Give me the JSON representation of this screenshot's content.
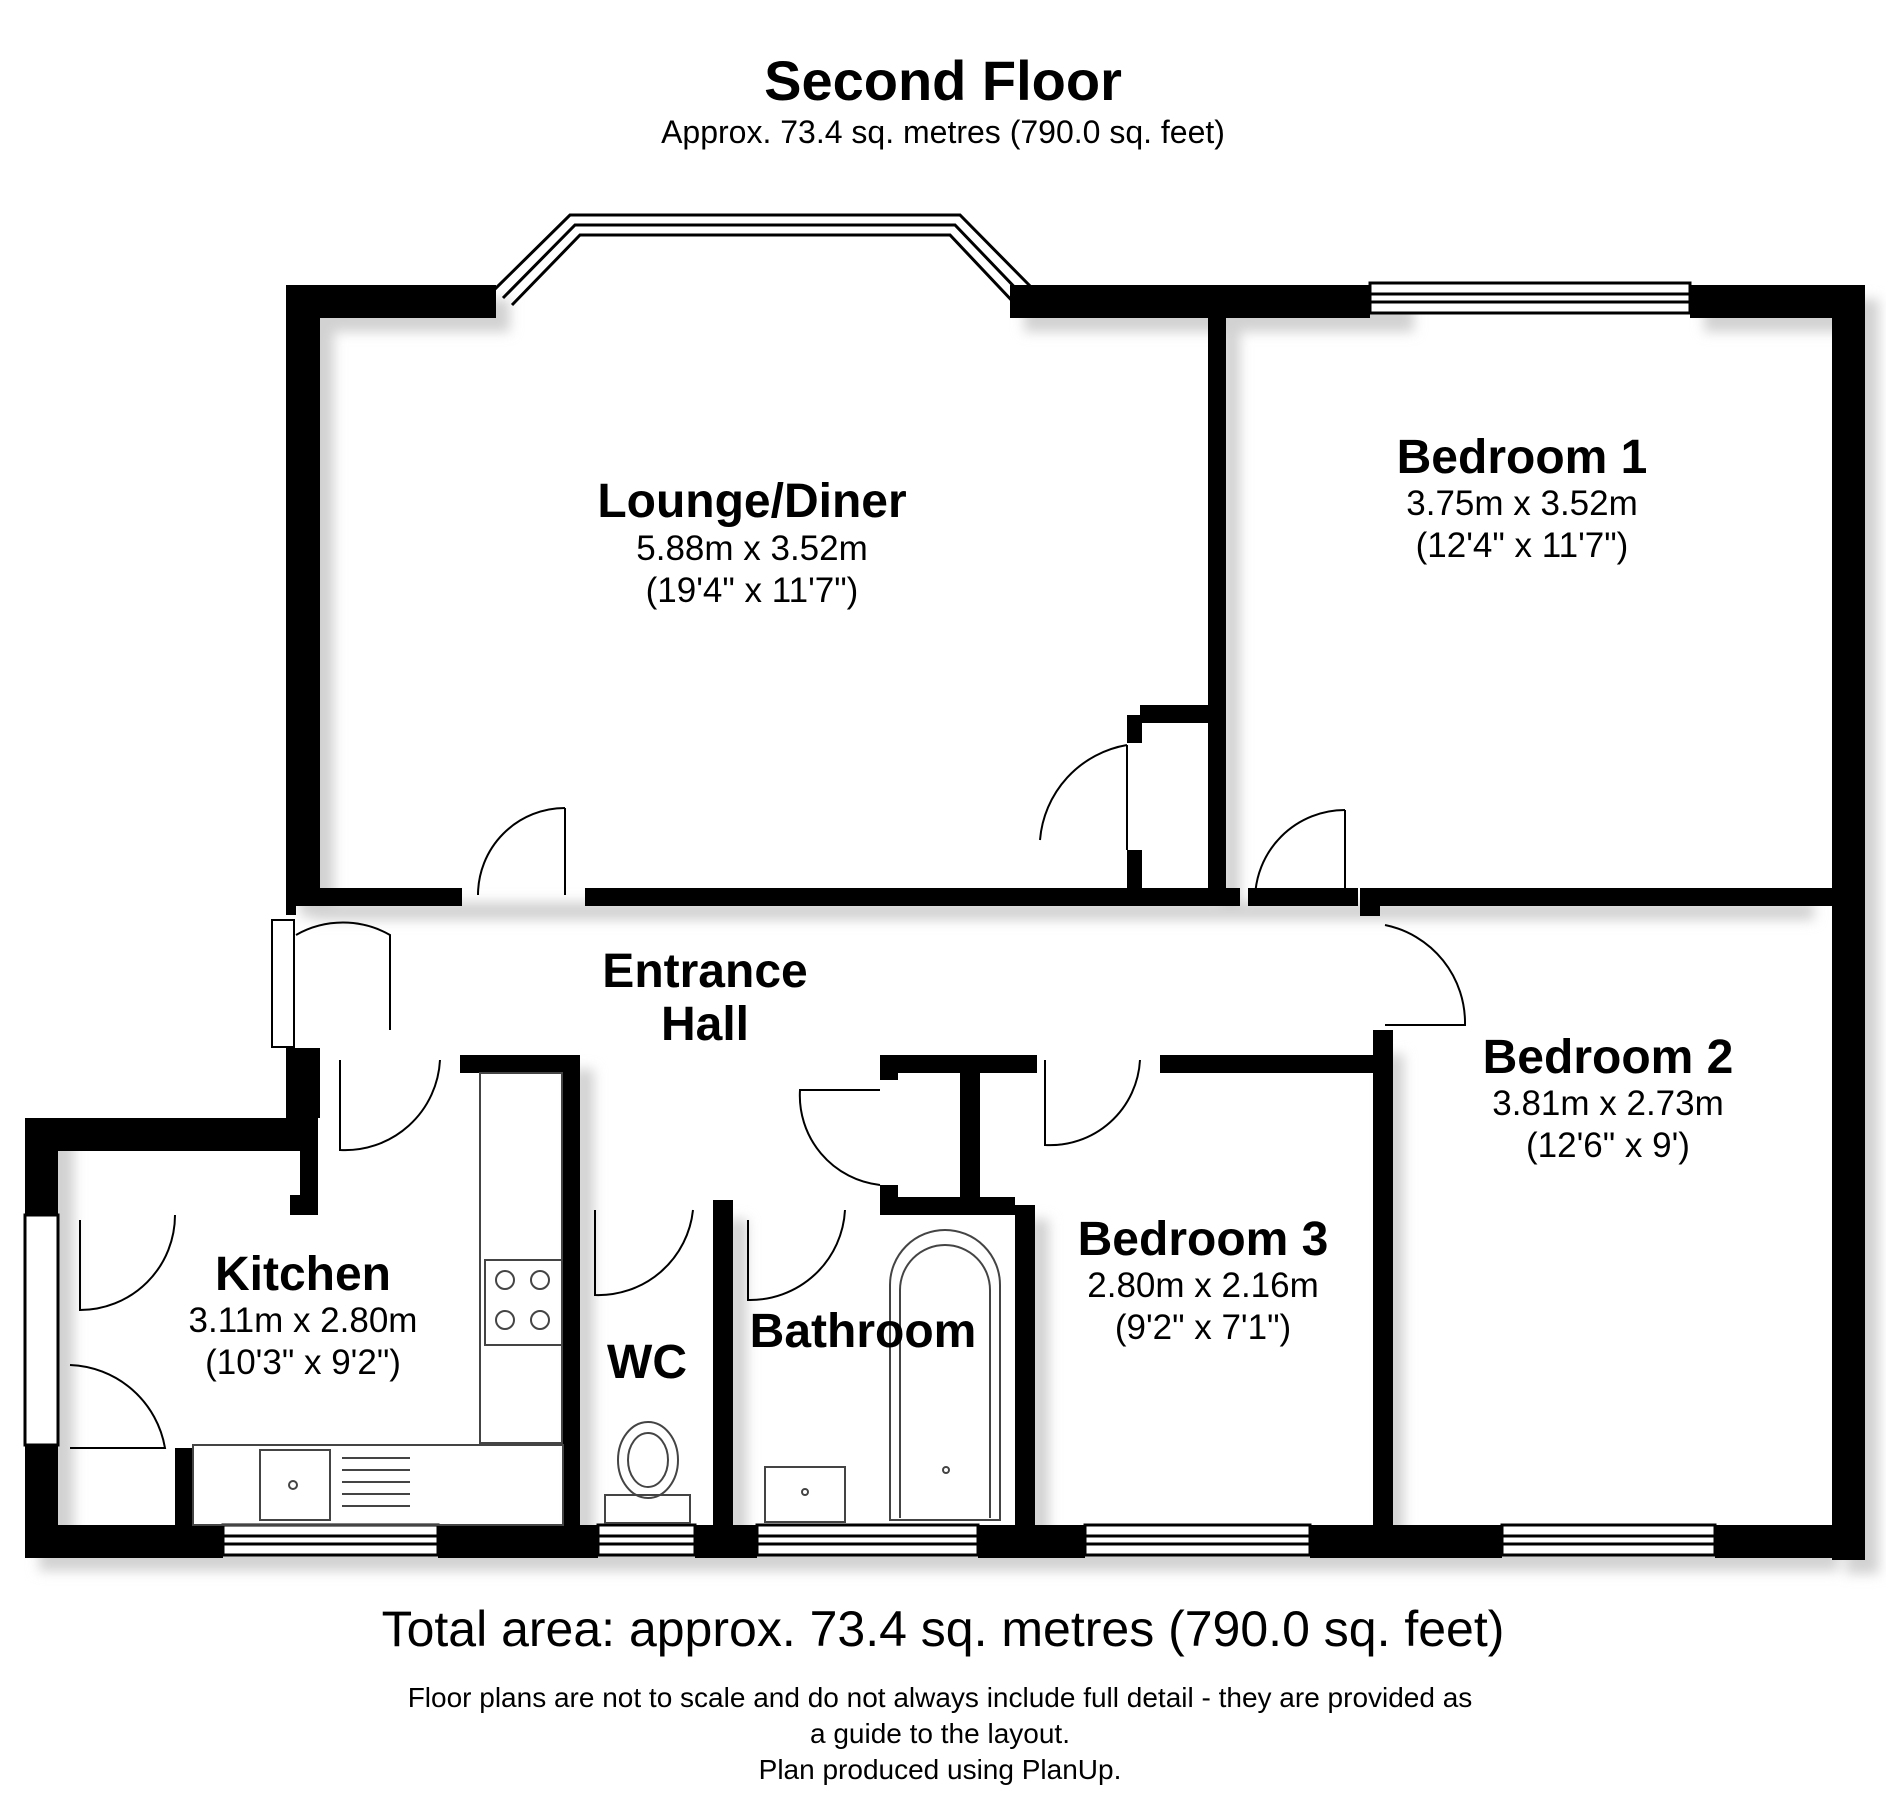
{
  "floor": {
    "title": "Second Floor",
    "area": "Approx. 73.4 sq. metres (790.0 sq. feet)"
  },
  "rooms": {
    "lounge": {
      "name": "Lounge/Diner",
      "dim_m": "5.88m x 3.52m",
      "dim_ft": "(19'4\" x 11'7\")"
    },
    "bedroom1": {
      "name": "Bedroom 1",
      "dim_m": "3.75m x 3.52m",
      "dim_ft": "(12'4\" x 11'7\")"
    },
    "hall": {
      "line1": "Entrance",
      "line2": "Hall"
    },
    "bedroom2": {
      "name": "Bedroom 2",
      "dim_m": "3.81m x 2.73m",
      "dim_ft": "(12'6\" x 9')"
    },
    "bedroom3": {
      "name": "Bedroom 3",
      "dim_m": "2.80m x 2.16m",
      "dim_ft": "(9'2\" x 7'1\")"
    },
    "kitchen": {
      "name": "Kitchen",
      "dim_m": "3.11m x 2.80m",
      "dim_ft": "(10'3\" x 9'2\")"
    },
    "wc": {
      "name": "WC"
    },
    "bathroom": {
      "name": "Bathroom"
    }
  },
  "footer": {
    "total": "Total area: approx. 73.4 sq. metres (790.0 sq. feet)",
    "disclaimer_1": "Floor plans are not to scale and do not always include full detail - they are provided as",
    "disclaimer_2": "a guide to the layout.",
    "credit": "Plan produced using PlanUp."
  },
  "colors": {
    "wall": "#000000",
    "background": "#ffffff",
    "fixture_stroke": "#555555",
    "shadow": "#d0d0d0"
  }
}
